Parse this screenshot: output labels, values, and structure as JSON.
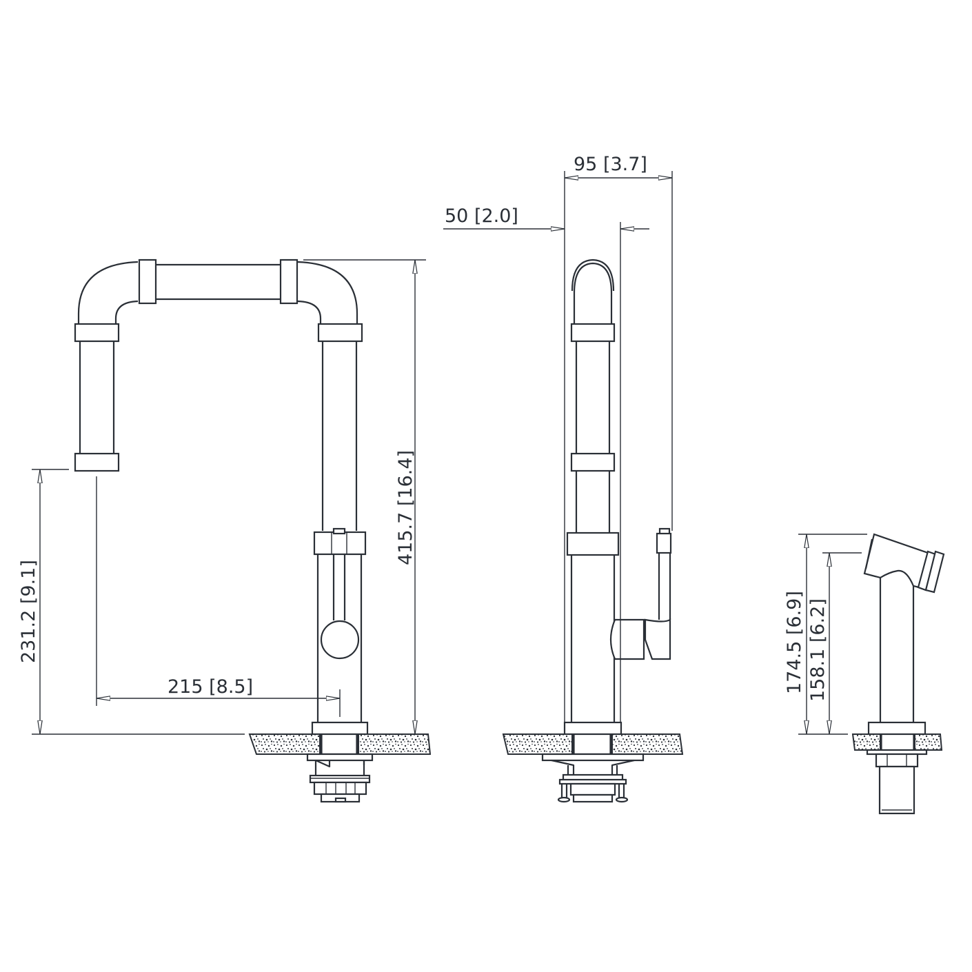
{
  "drawing": {
    "type": "technical dimension drawing",
    "subject": "kitchen faucet with side spray",
    "line_color": "#2a2f36",
    "background": "#ffffff",
    "views": [
      {
        "id": "front",
        "label": "Front view (faucet)"
      },
      {
        "id": "side",
        "label": "Side view (faucet)"
      },
      {
        "id": "spray",
        "label": "Side spray"
      }
    ]
  },
  "dimensions": {
    "overall_height": "415.7 [16.4]",
    "spout_clearance": "231.2 [9.1]",
    "spout_reach": "215 [8.5]",
    "side_depth": "95 [3.7]",
    "side_offset": "50 [2.0]",
    "spray_height_total": "174.5 [6.9]",
    "spray_height_head": "158.1 [6.2]"
  }
}
